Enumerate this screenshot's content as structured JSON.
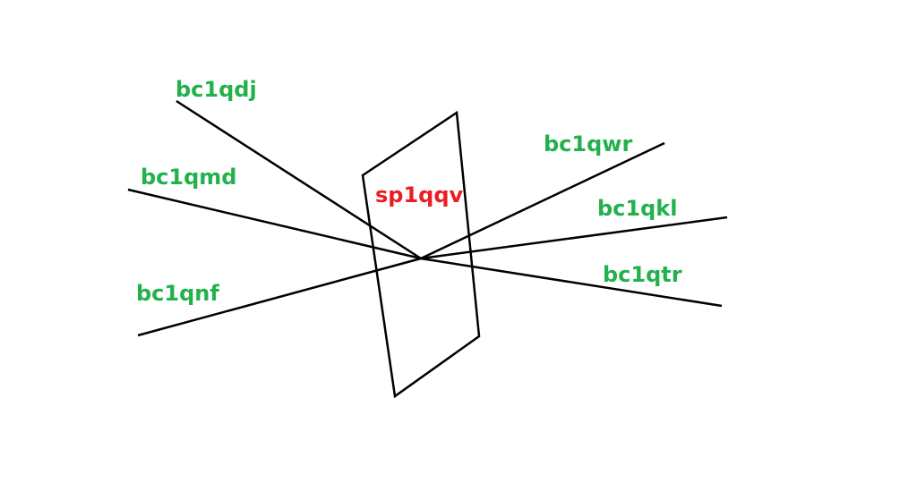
{
  "colors": {
    "line": "#000000",
    "line_label": "#22b14c",
    "plane_label": "#ed1c24"
  },
  "plane": {
    "label": "sp1qqv"
  },
  "lines": [
    {
      "id": "qdj",
      "label": "bc1qdj"
    },
    {
      "id": "qmd",
      "label": "bc1qmd"
    },
    {
      "id": "qnf",
      "label": "bc1qnf"
    },
    {
      "id": "qwr",
      "label": "bc1qwr"
    },
    {
      "id": "qkl",
      "label": "bc1qkl"
    },
    {
      "id": "qtr",
      "label": "bc1qtr"
    }
  ]
}
